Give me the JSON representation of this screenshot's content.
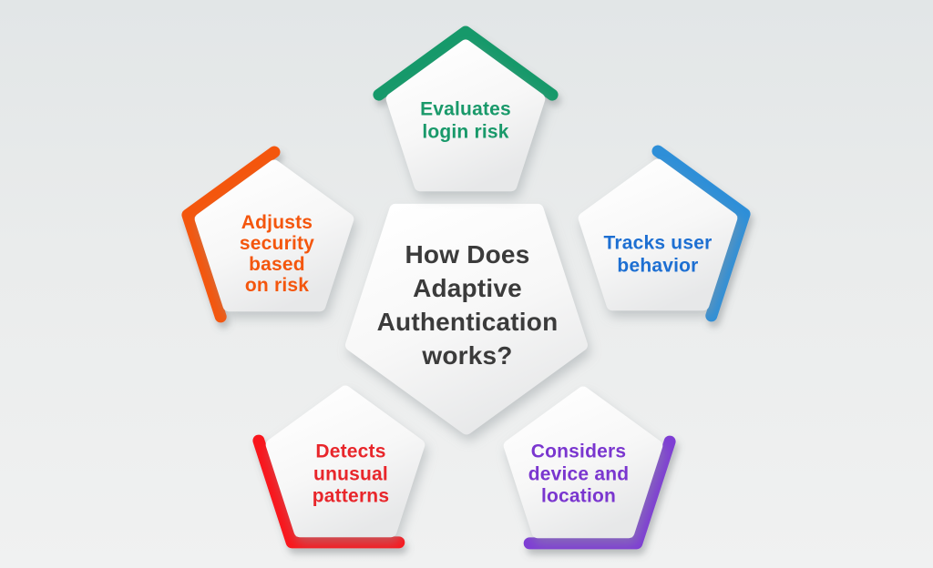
{
  "title": {
    "text": "How Does\nAdaptive\nAuthentication\nworks?",
    "color": "#3b3b3b"
  },
  "cards": [
    {
      "id": "evaluates-login-risk",
      "label": "Evaluates\nlogin risk",
      "accent": "#19996a",
      "text_color": "#19996a",
      "position": "top"
    },
    {
      "id": "tracks-user-behavior",
      "label": "Tracks user\nbehavior",
      "accent": "#2e8fd8",
      "text_color": "#1d6fd2",
      "position": "right"
    },
    {
      "id": "considers-device-and-location",
      "label": "Considers\ndevice and\nlocation",
      "accent": "#7e3dd4",
      "text_color": "#7a36cf",
      "position": "bottom-right"
    },
    {
      "id": "detects-unusual-patterns",
      "label": "Detects\nunusual\npatterns",
      "accent": "#f9121a",
      "text_color": "#e8262b",
      "position": "bottom-left"
    },
    {
      "id": "adjusts-security-based-on-risk",
      "label": "Adjusts\nsecurity\nbased\non risk",
      "accent": "#f4560d",
      "text_color": "#f4560d",
      "position": "left"
    }
  ],
  "background": {
    "top": "#e2e6e7",
    "bottom": "#f0f1f1"
  }
}
